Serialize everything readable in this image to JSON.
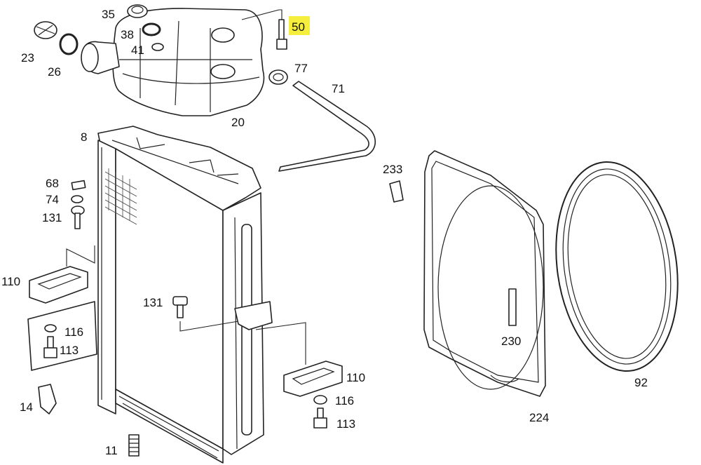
{
  "diagram": {
    "highlight_color": "#f5ee3c",
    "labels": {
      "p35": "35",
      "p38": "38",
      "p41": "41",
      "p23": "23",
      "p26": "26",
      "p50": "50",
      "p77": "77",
      "p71": "71",
      "p20": "20",
      "p8": "8",
      "p68": "68",
      "p74": "74",
      "p131a": "131",
      "p110a": "110",
      "p116a": "116",
      "p113a": "113",
      "p14": "14",
      "p11": "11",
      "p131b": "131",
      "p110b": "110",
      "p116b": "116",
      "p113b": "113",
      "p233": "233",
      "p230": "230",
      "p224": "224",
      "p92": "92"
    }
  }
}
